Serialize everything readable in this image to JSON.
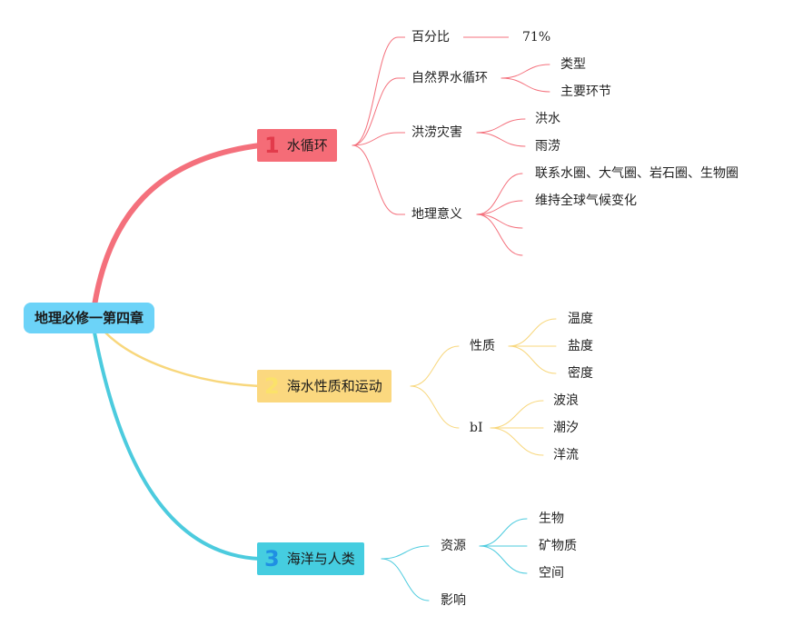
{
  "root": {
    "label": "地理必修一第四章",
    "color": "#6cd3f8"
  },
  "branches": [
    {
      "number": "1",
      "label": "水循环",
      "box_color": "#f56c77",
      "line_color": "#f4707c",
      "children": [
        {
          "label": "百分比",
          "value": "71%"
        },
        {
          "label": "自然界水循环",
          "children": [
            "类型",
            "主要环节"
          ]
        },
        {
          "label": "洪涝灾害",
          "children": [
            "洪水",
            "雨涝"
          ]
        },
        {
          "label": "地理意义",
          "children": [
            "联系水圈、大气圈、岩石圈、生物圈",
            "维持全球气候变化",
            "",
            ""
          ]
        }
      ]
    },
    {
      "number": "2",
      "label": "海水性质和运动",
      "box_color": "#fbd87f",
      "line_color": "#f8d77c",
      "children": [
        {
          "label": "性质",
          "children": [
            "温度",
            "盐度",
            "密度"
          ]
        },
        {
          "label": "bI",
          "children": [
            "波浪",
            "潮汐",
            "洋流"
          ]
        }
      ]
    },
    {
      "number": "3",
      "label": "海洋与人类",
      "box_color": "#45cde0",
      "line_color": "#4ccbde",
      "children": [
        {
          "label": "资源",
          "children": [
            "生物",
            "矿物质",
            "空间"
          ]
        },
        {
          "label": "影响"
        }
      ]
    }
  ]
}
